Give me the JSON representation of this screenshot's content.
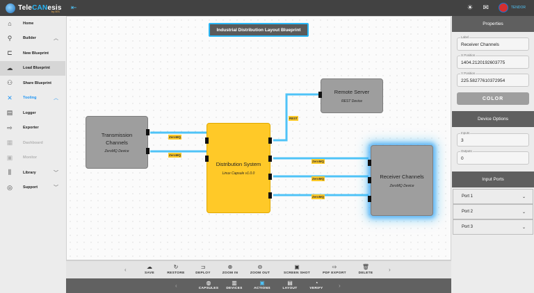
{
  "app": {
    "name_part1": "Tele",
    "name_part2": "CAN",
    "name_part3": "esis",
    "sub": "by IES"
  },
  "header": {
    "username": "TENDOR"
  },
  "sidebar": {
    "items": [
      {
        "label": "Home",
        "icon": "home-icon"
      },
      {
        "label": "Builder",
        "icon": "builder-icon"
      },
      {
        "label": "New Blueprint",
        "icon": "new-blueprint-icon"
      },
      {
        "label": "Load Blueprint",
        "icon": "cloud-upload-icon"
      },
      {
        "label": "Share Blueprint",
        "icon": "share-icon"
      },
      {
        "label": "Tooling",
        "icon": "tooling-icon"
      },
      {
        "label": "Logger",
        "icon": "logger-icon"
      },
      {
        "label": "Exporter",
        "icon": "exporter-icon"
      },
      {
        "label": "Dashboard",
        "icon": "dashboard-icon"
      },
      {
        "label": "Monitor",
        "icon": "monitor-icon"
      },
      {
        "label": "Library",
        "icon": "library-icon"
      },
      {
        "label": "Support",
        "icon": "support-icon"
      }
    ]
  },
  "canvas": {
    "title": "Industrial Distribution Layout Blueprint",
    "nodes": {
      "transmission": {
        "name_line1": "Transmission",
        "name_line2": "Channels",
        "sub": "ZeroMQ Device"
      },
      "distribution": {
        "name": "Distribution System",
        "sub": "Linux Capsule v1.0.0"
      },
      "remote": {
        "name": "Remote Server",
        "sub": "REST Device"
      },
      "receiver": {
        "name": "Receiver Channels",
        "sub": "ZeroMQ Device"
      }
    },
    "wire_labels": {
      "zmq1": "ZeroMQ",
      "zmq2": "ZeroMQ",
      "rest": "REST",
      "zmq3": "ZeroMQ",
      "zmq4": "ZeroMQ",
      "zmq5": "ZeroMQ"
    }
  },
  "properties": {
    "header": "Properties",
    "label_caption": "Label",
    "label_value": "Receiver Channels",
    "x_caption": "X Position",
    "x_value": "1404.2120192603775",
    "y_caption": "Y Position",
    "y_value": "225.58277610372954",
    "color_button": "COLOR"
  },
  "device_options": {
    "header": "Device Options",
    "inputs_caption": "Inputs",
    "inputs_value": "3",
    "outputs_caption": "Outputs",
    "outputs_value": "0"
  },
  "input_ports": {
    "header": "Input Ports",
    "ports": [
      "Port 1",
      "Port 2",
      "Port 3"
    ]
  },
  "toolbar": {
    "items": [
      "SAVE",
      "RESTORE",
      "DEPLOY",
      "ZOOM IN",
      "ZOOM OUT",
      "SCREEN SHOT",
      "PDF EXPORT",
      "DELETE"
    ]
  },
  "bottombar": {
    "items": [
      "CAPSULES",
      "DEVICES",
      "ACTIONS",
      "LAYOUT",
      "VERIFY"
    ],
    "active": "ACTIONS"
  },
  "colors": {
    "accent": "#29b6f6",
    "node_gray": "#9e9e9e",
    "node_yellow": "#ffc928",
    "wire": "#4fc3f7"
  }
}
